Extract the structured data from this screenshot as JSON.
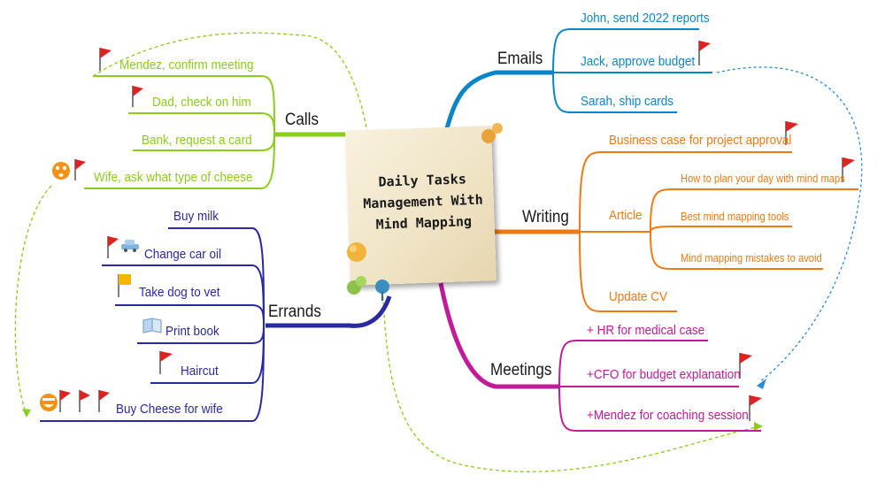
{
  "center": {
    "title_lines": [
      "Daily Tasks",
      "Management With",
      "Mind Mapping"
    ]
  },
  "branches": {
    "calls": {
      "label": "Calls",
      "color": "#8ccc1a",
      "items": [
        "Mendez, confirm meeting",
        "Dad, check on him",
        "Bank, request a card",
        "Wife, ask what type of cheese"
      ]
    },
    "errands": {
      "label": "Errands",
      "color": "#2a2aa0",
      "items": [
        "Buy milk",
        "Change car oil",
        "Take dog to vet",
        "Print book",
        "Haircut",
        "Buy Cheese for wife"
      ]
    },
    "emails": {
      "label": "Emails",
      "color": "#0a86c8",
      "items": [
        "John, send 2022 reports",
        "Jack, approve budget",
        "Sarah, ship cards"
      ]
    },
    "writing": {
      "label": "Writing",
      "color": "#f07a12",
      "items": [
        "Business case for project approval",
        "Article",
        "Update CV"
      ],
      "article_items": [
        "How to plan your day with mind maps",
        "Best mind mapping tools",
        "Mind mapping mistakes to avoid"
      ]
    },
    "meetings": {
      "label": "Meetings",
      "color": "#c21a9a",
      "items": [
        "+ HR for medical case",
        "+CFO for budget explanation",
        "+Mendez for coaching session"
      ]
    }
  },
  "colors": {
    "flag": "#dd2222",
    "link_green": "#8ccc1a",
    "link_blue": "#2a8ad8",
    "note": "#f3ead2"
  },
  "icons": [
    "flag-icon",
    "smiley-icon",
    "car-icon",
    "book-icon",
    "pushpin-icon"
  ]
}
